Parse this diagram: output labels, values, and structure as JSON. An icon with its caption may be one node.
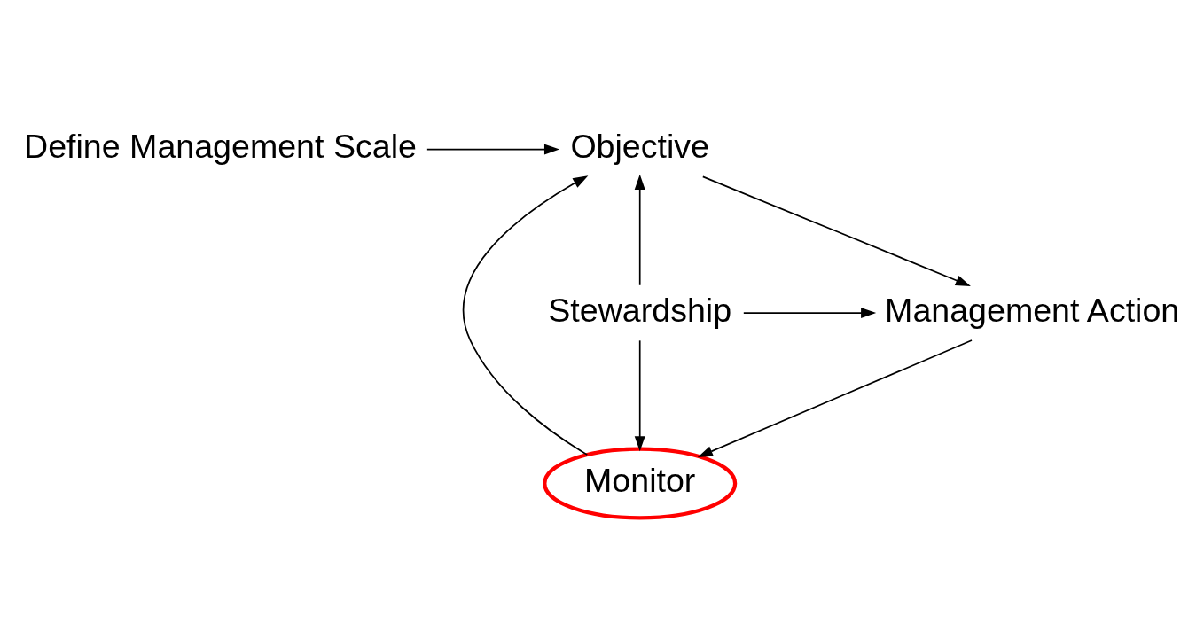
{
  "diagram": {
    "nodes": [
      {
        "text": [
          "Define Management Scale"
        ]
      },
      {
        "text": [
          "Objective"
        ]
      },
      {
        "text": [
          "Monitor"
        ]
      },
      {
        "text": [
          "Stewardship"
        ]
      },
      {
        "text": [
          "Management Action"
        ]
      }
    ],
    "edges": [
      {
        "from": 0,
        "to": 1,
        "arrow": "to"
      },
      {
        "from": 2,
        "to": 1,
        "arrow": "to"
      },
      {
        "from": 1,
        "to": 4,
        "arrow": "to"
      },
      {
        "from": 3,
        "to": 1,
        "arrow": "to"
      },
      {
        "from": 3,
        "to": 2,
        "arrow": "to"
      },
      {
        "from": 3,
        "to": 4,
        "arrow": "to"
      },
      {
        "from": 4,
        "to": 2,
        "arrow": "to"
      }
    ]
  }
}
